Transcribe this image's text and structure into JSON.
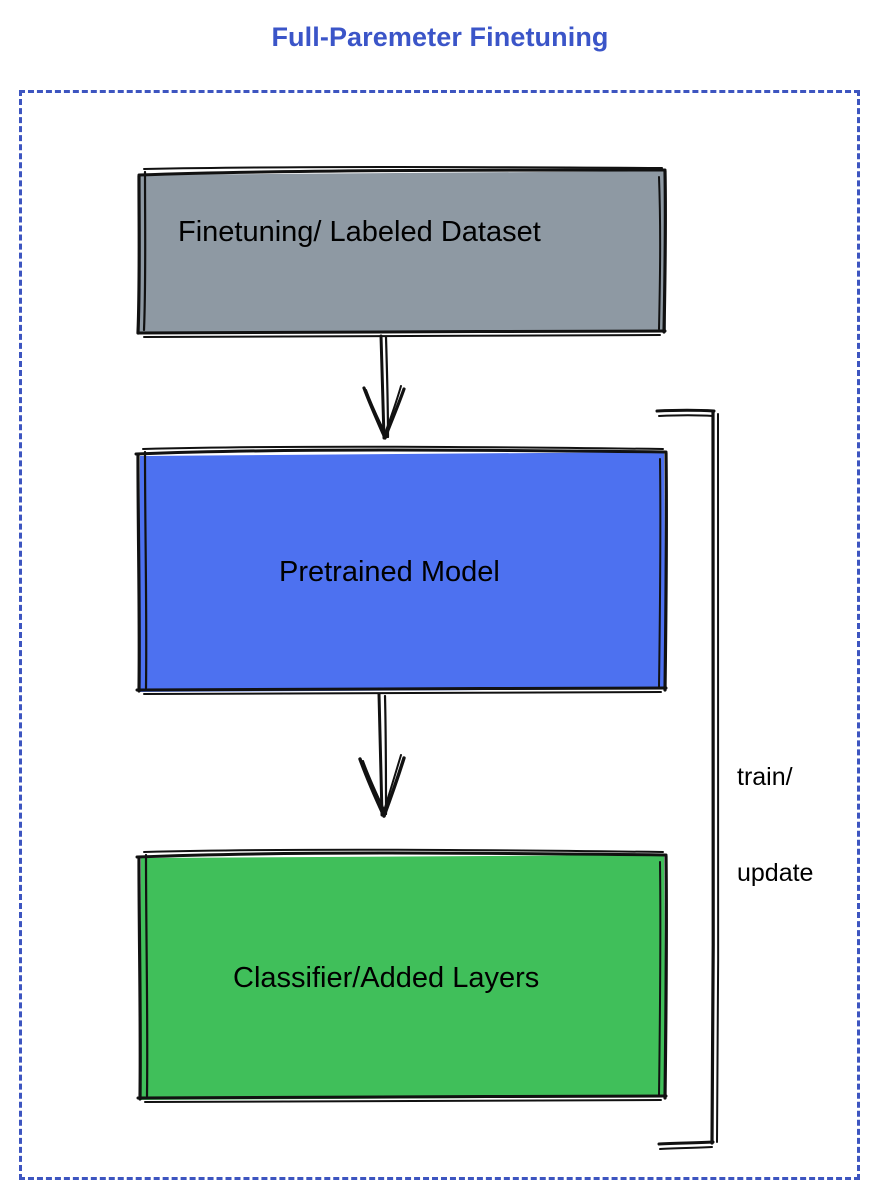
{
  "title": "Full-Paremeter Finetuning",
  "theme": {
    "title_color": "#3b55c8",
    "frame_border_color": "#3d55c0",
    "dataset_fill": "#8e99a3",
    "pretrained_fill": "#4d71f0",
    "classifier_fill": "#40bf5a",
    "stroke_color": "#111111",
    "background": "#ffffff",
    "label_color": "#000000"
  },
  "diagram": {
    "kind": "flowchart",
    "frame": {
      "style": "dashed",
      "label": ""
    },
    "nodes": [
      {
        "id": "dataset",
        "label": "Finetuning/ Labeled Dataset",
        "fill": "#8e99a3",
        "shape": "rectangle",
        "sketch": true
      },
      {
        "id": "pretrained",
        "label": "Pretrained Model",
        "fill": "#4d71f0",
        "shape": "rectangle",
        "sketch": true
      },
      {
        "id": "classifier",
        "label": "Classifier/Added Layers",
        "fill": "#40bf5a",
        "shape": "rectangle",
        "sketch": true
      }
    ],
    "edges": [
      {
        "id": "e1",
        "from": "dataset",
        "to": "pretrained",
        "label": "",
        "arrow": "down"
      },
      {
        "id": "e2",
        "from": "pretrained",
        "to": "classifier",
        "label": "",
        "arrow": "down"
      },
      {
        "id": "e3",
        "from": "classifier",
        "to": "pretrained",
        "label": "train/\nupdate",
        "arrow": "none",
        "route": "right-loop"
      }
    ]
  },
  "edge_labels": {
    "train_update_line1": "train/",
    "train_update_line2": "update"
  }
}
